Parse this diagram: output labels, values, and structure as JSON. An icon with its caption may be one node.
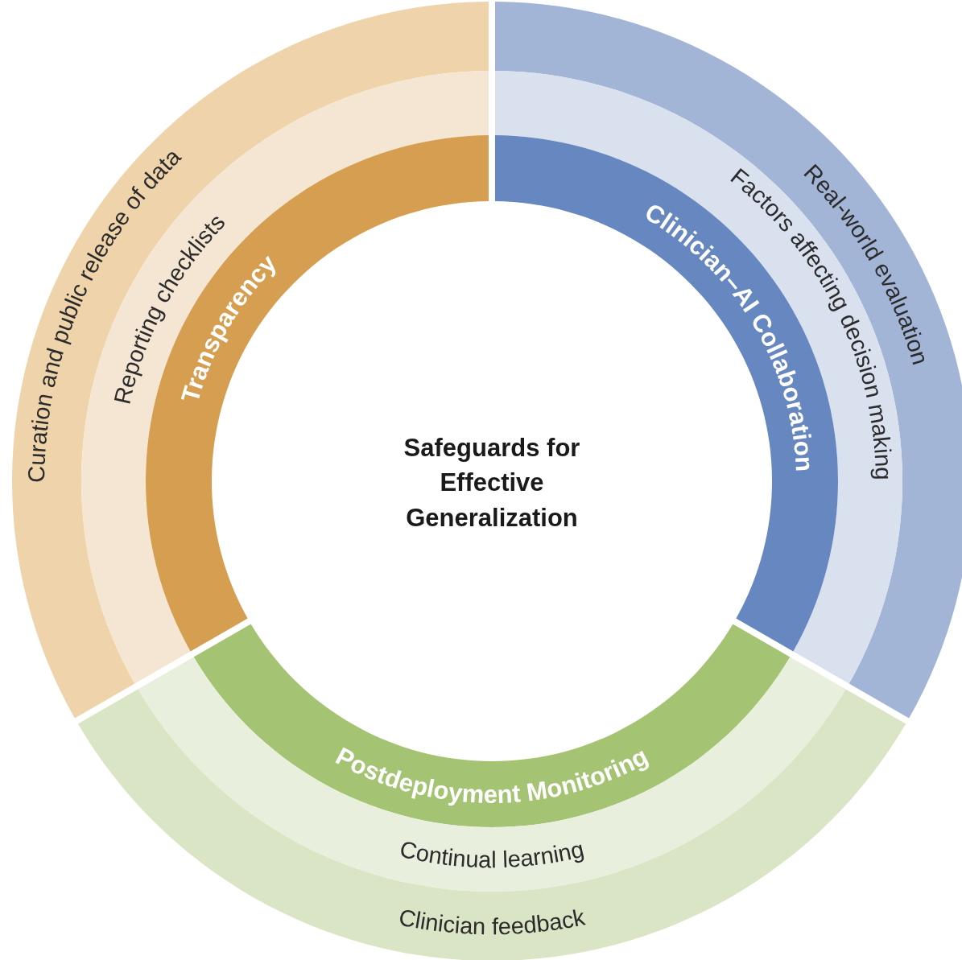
{
  "diagram": {
    "nodes": [
      {
        "text": [
          "Curation and public release of data"
        ]
      },
      {
        "text": [
          "Reporting checklists"
        ]
      },
      {
        "text": [
          "Transparency"
        ]
      },
      {
        "text": [
          "Real-world evaluation"
        ]
      },
      {
        "text": [
          "Factors affecting decision making"
        ]
      },
      {
        "text": [
          "Clinician–AI Collaboration"
        ]
      },
      {
        "text": [
          "Safeguards for Effective Generalization"
        ]
      },
      {
        "text": [
          "Postdeployment Monitoring"
        ]
      },
      {
        "text": [
          "Continual learning"
        ]
      },
      {
        "text": [
          "Clinician feedback"
        ]
      }
    ]
  }
}
